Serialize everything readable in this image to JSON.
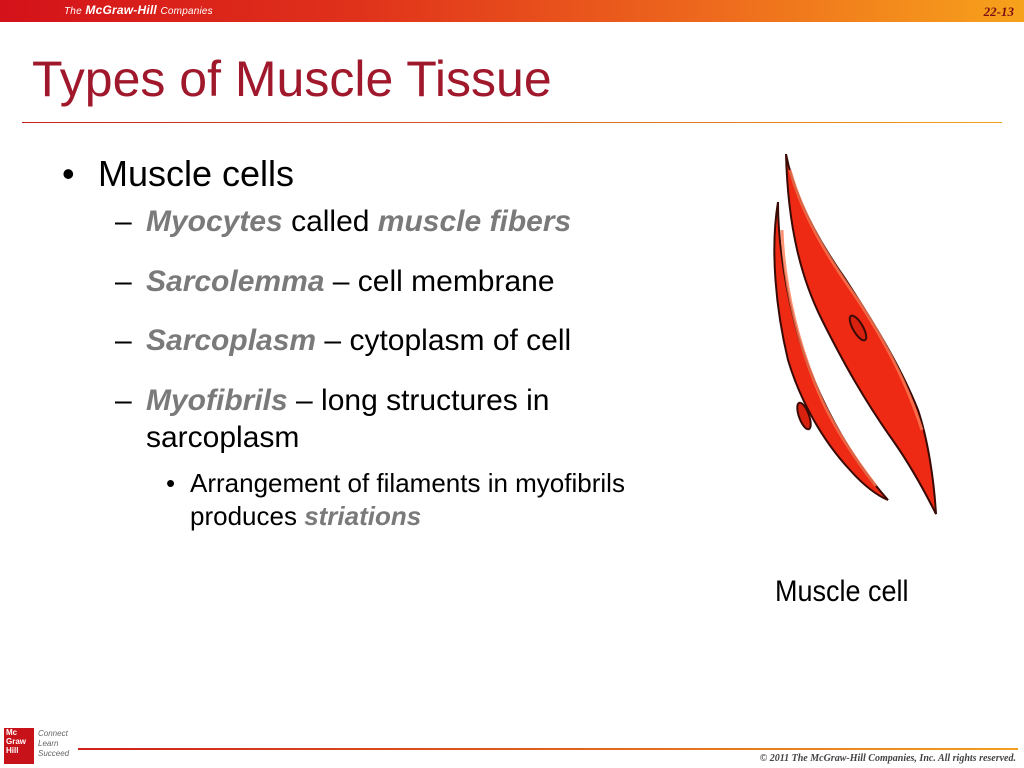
{
  "header": {
    "brand_prefix": "The",
    "brand_name": "McGraw-Hill",
    "brand_suffix": "Companies",
    "slide_number": "22-13"
  },
  "slide": {
    "title": "Types of Muscle Tissue",
    "bullet": "Muscle cells",
    "sub_items": [
      {
        "term": "Myocytes",
        "text": " called ",
        "term2": "muscle fibers"
      },
      {
        "term": "Sarcolemma",
        "text": " – cell membrane"
      },
      {
        "term": "Sarcoplasm",
        "text": " – cytoplasm of cell"
      },
      {
        "term": "Myofibrils",
        "text": " – long structures in sarcoplasm"
      }
    ],
    "third_level": {
      "text": "Arrangement of filaments in myofibrils produces ",
      "term": "striations"
    }
  },
  "figure": {
    "caption": "Muscle cell"
  },
  "footer": {
    "logo_lines": [
      "Mc",
      "Graw",
      "Hill"
    ],
    "tagline": [
      "Connect",
      "Learn",
      "Succeed"
    ],
    "copyright": "© 2011 The McGraw-Hill Companies, Inc. All rights reserved."
  },
  "colors": {
    "title": "#a0182b",
    "emphasis": "#7a7a7a",
    "cell_fill": "#ee2a14",
    "bar_start": "#d4121a",
    "bar_end": "#f7a21b"
  }
}
